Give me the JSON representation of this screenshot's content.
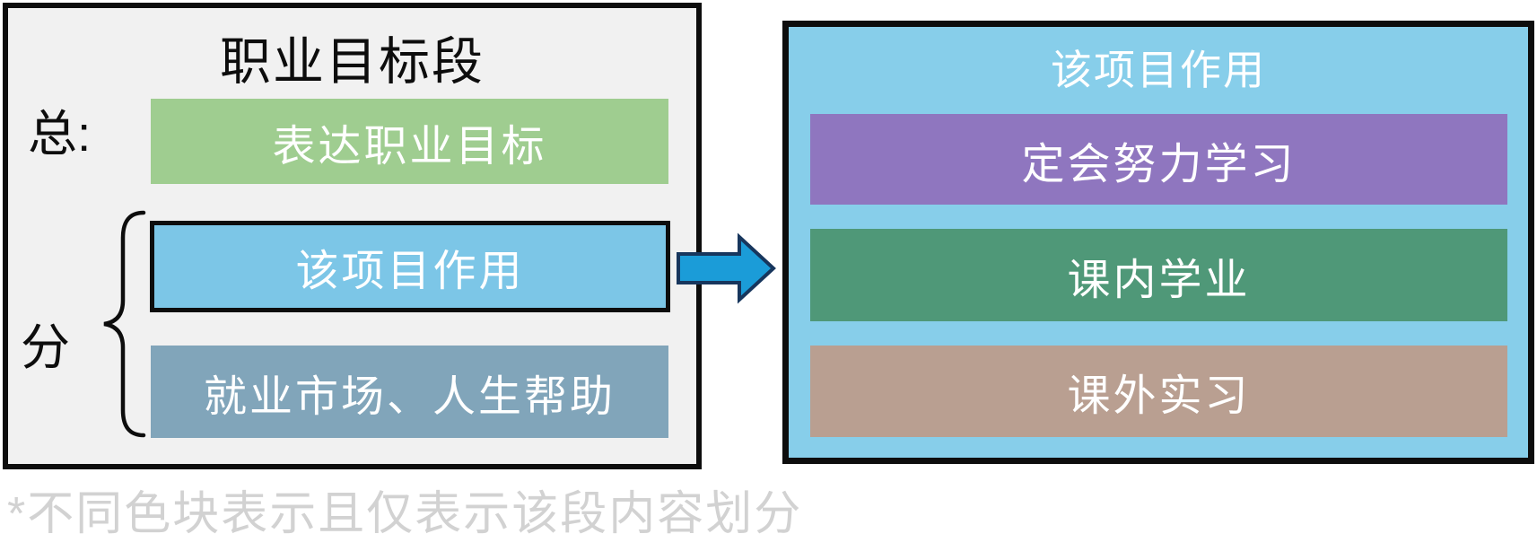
{
  "colors": {
    "ink": "#0d0d0d",
    "left-panel-bg": "#f1f1f1",
    "green-left": "#9fcd90",
    "blue-left": "#7cc6e7",
    "steel-left": "#81a5ba",
    "arrow-fill": "#1b9cd8",
    "arrow-stroke": "#17365d",
    "right-panel-bg": "#87ceea",
    "purple-right": "#8f76bf",
    "green-right": "#4f9878",
    "tan-right": "#b99f91",
    "footnote-color": "#d2d2d2"
  },
  "left_panel": {
    "title": "职业目标段",
    "label_total": "总:",
    "label_division": "分",
    "bars": [
      {
        "id": "green",
        "label": "表达职业目标"
      },
      {
        "id": "blue",
        "label": "该项目作用"
      },
      {
        "id": "steel",
        "label": "就业市场、人生帮助"
      }
    ]
  },
  "right_panel": {
    "title": "该项目作用",
    "bars": [
      {
        "id": "purple",
        "label": "定会努力学习"
      },
      {
        "id": "green",
        "label": "课内学业"
      },
      {
        "id": "tan",
        "label": "课外实习"
      }
    ]
  },
  "footnote": "*不同色块表示且仅表示该段内容划分"
}
